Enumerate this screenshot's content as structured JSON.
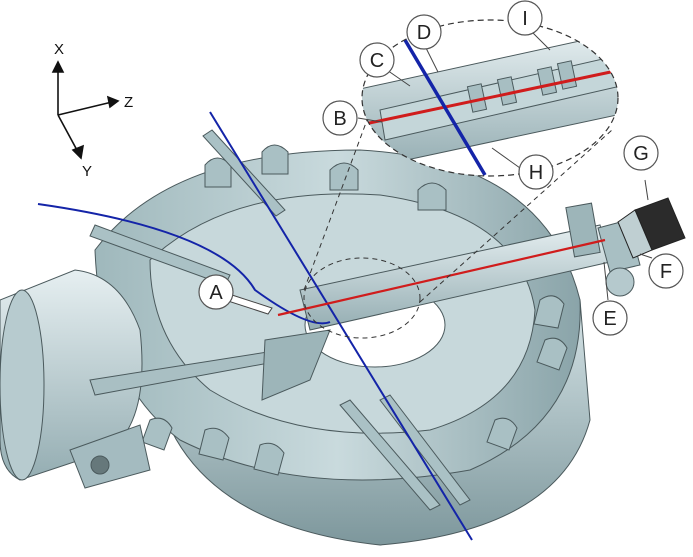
{
  "axes": {
    "x": "X",
    "y": "Y",
    "z": "Z"
  },
  "callouts": {
    "a": "A",
    "b": "B",
    "c": "C",
    "d": "D",
    "e": "E",
    "f": "F",
    "g": "G",
    "h": "H",
    "i": "I"
  },
  "colors": {
    "body": "#b9cfd3",
    "body_dark": "#8ea9ae",
    "body_light": "#dde9eb",
    "edge": "#4b5a5d",
    "blue_line": "#1424a8",
    "red_line": "#d01c1c",
    "callout_fill": "#ffffff",
    "callout_stroke": "#555555"
  }
}
